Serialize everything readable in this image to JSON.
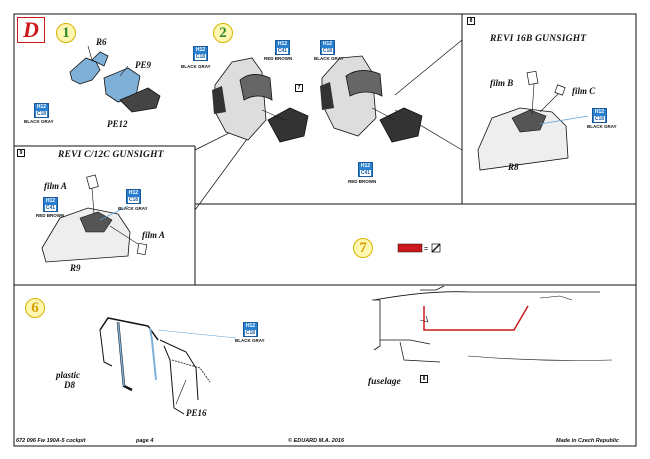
{
  "page": {
    "letter": "D",
    "footer_left": "672 096   Fw 190A-5 cockpit",
    "footer_page": "page 4",
    "footer_center": "© EDUARD  M.A. 2016",
    "footer_right": "Made in Czech Republic"
  },
  "steps": {
    "s1": "1",
    "s2": "2",
    "s6": "6",
    "s7": "7"
  },
  "panels": {
    "revi16b_title": "REVI 16B GUNSIGHT",
    "revi16b_num": "8",
    "revic12c_title": "REVI C/12C GUNSIGHT",
    "revic12c_num": "9",
    "step2_box": "7",
    "fuselage_box": "8"
  },
  "labels": {
    "r6": "R6",
    "pe9": "PE9",
    "pe12": "PE12",
    "film_b": "film B",
    "film_c": "film C",
    "r8": "R8",
    "film_a_1": "film A",
    "film_a_2": "film A",
    "r9": "R9",
    "plastic": "plastic",
    "d8": "D8",
    "pe16": "PE16",
    "fuselage": "fuselage"
  },
  "paints": {
    "c1": {
      "top": "H12",
      "code": "C18",
      "name": "BLACK GRAY"
    },
    "c2": {
      "top": "H12",
      "code": "C18",
      "name": "BLACK GRAY"
    },
    "c3": {
      "top": "H12",
      "code": "C41",
      "name": "RED BROWN"
    },
    "c4": {
      "top": "H12",
      "code": "C18",
      "name": "BLACK GRAY"
    },
    "c5": {
      "top": "H12",
      "code": "C41",
      "name": "RED BROWN"
    },
    "c6": {
      "top": "H12",
      "code": "C18",
      "name": "BLACK GRAY"
    },
    "c7": {
      "top": "H12",
      "code": "C18",
      "name": "BLACK GRAY"
    },
    "c8": {
      "top": "H12",
      "code": "C41",
      "name": "RED BROWN"
    },
    "c9": {
      "top": "H12",
      "code": "C18",
      "name": "BLACK GRAY"
    }
  },
  "colors": {
    "accent_red": "#cc1a1a",
    "paint_blue": "#2a80d0",
    "part_blue": "#7fb0d8"
  }
}
